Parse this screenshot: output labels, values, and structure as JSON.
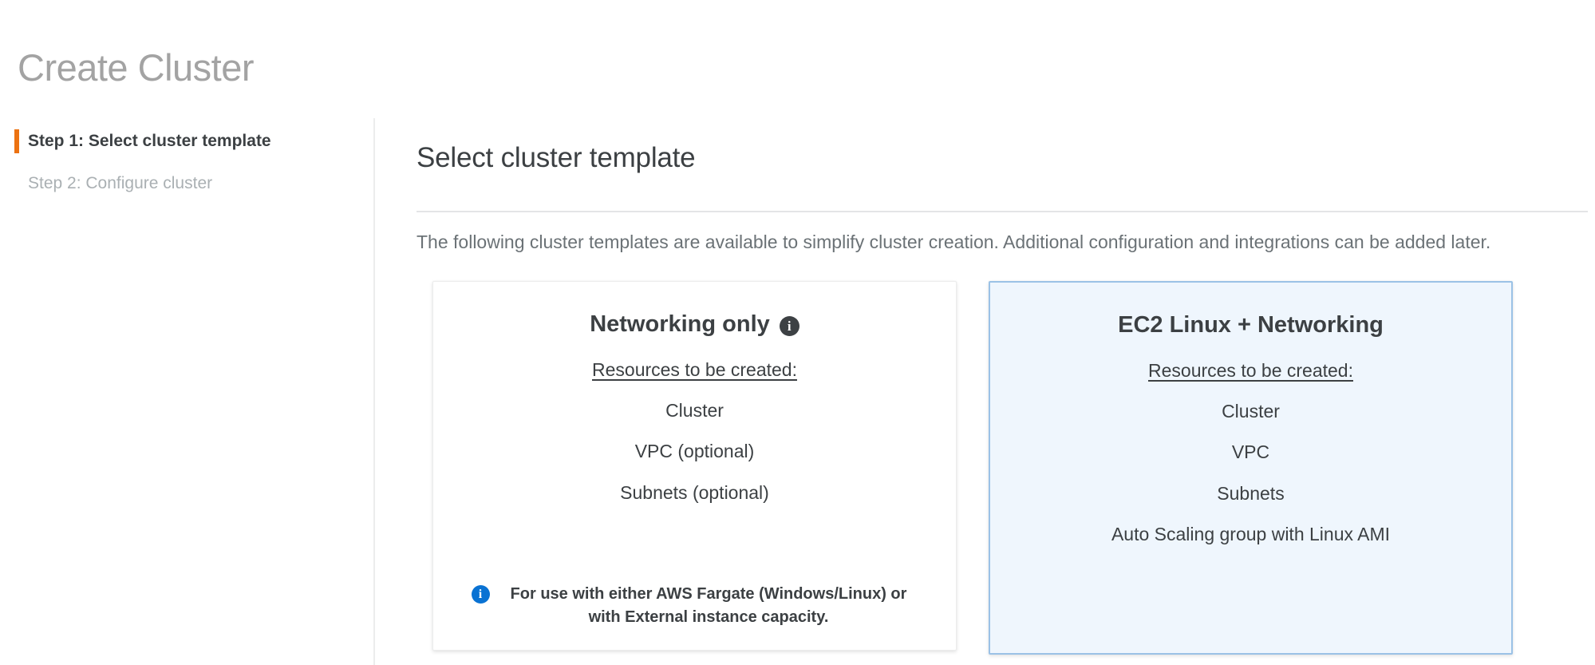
{
  "page": {
    "title": "Create Cluster"
  },
  "sidebar": {
    "steps": [
      {
        "label": "Step 1: Select cluster template",
        "state": "active"
      },
      {
        "label": "Step 2: Configure cluster",
        "state": "inactive"
      }
    ],
    "active_accent_color": "#ec7211"
  },
  "main": {
    "heading": "Select cluster template",
    "description": "The following cluster templates are available to simplify cluster creation. Additional configuration and integrations can be added later.",
    "cards": [
      {
        "title": "Networking only",
        "has_info_icon": true,
        "info_icon_name": "info-icon",
        "resources_label": "Resources to be created:",
        "resources": [
          "Cluster",
          "VPC (optional)",
          "Subnets (optional)"
        ],
        "note": "For use with either AWS Fargate (Windows/Linux) or with External instance capacity.",
        "note_icon_name": "info-icon-blue",
        "selected": false
      },
      {
        "title": "EC2 Linux + Networking",
        "has_info_icon": false,
        "resources_label": "Resources to be created:",
        "resources": [
          "Cluster",
          "VPC",
          "Subnets",
          "Auto Scaling group with Linux AMI"
        ],
        "note": "",
        "selected": true
      }
    ]
  },
  "colors": {
    "accent_orange": "#ec7211",
    "selected_card_bg": "#eff6fd",
    "selected_card_border": "#9bc2e6",
    "info_blue": "#0972d3",
    "text_dark": "#3c4043",
    "text_muted": "#6b7276",
    "title_gray": "#a3a3a3"
  }
}
